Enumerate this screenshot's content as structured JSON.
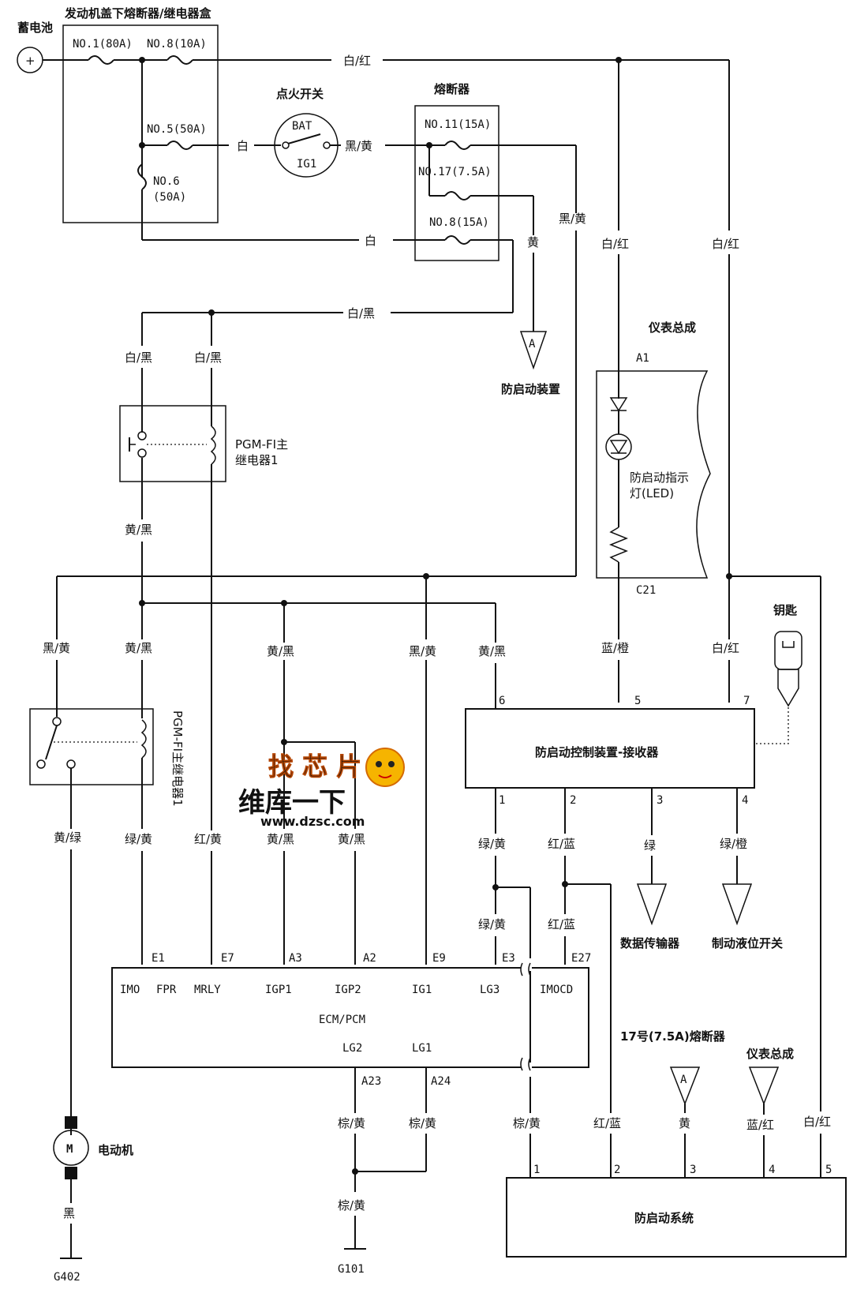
{
  "labels": {
    "battery": "蓄电池",
    "fuse_relay_box": "发动机盖下熔断器/继电器盒",
    "fuse1": "NO.1(80A)",
    "fuse8": "NO.8(10A)",
    "fuse5": "NO.5(50A)",
    "fuse6a": "NO.6",
    "fuse6b": "(50A)",
    "ign_switch": "点火开关",
    "bat": "BAT",
    "ig1": "IG1",
    "fuse_box": "熔断器",
    "fuse11": "NO.11(15A)",
    "fuse17": "NO.17(7.5A)",
    "fuse8b": "NO.8(15A)",
    "immobilizer_device": "防启动装置",
    "gauge_assembly": "仪表总成",
    "a1": "A1",
    "c21": "C21",
    "led_a": "防启动指示",
    "led_b": "灯(LED)",
    "pgm_relay1_a": "PGM-FI主",
    "pgm_relay1_b": "继电器1",
    "pgm_relay2": "PGM-FI主继电器1",
    "key": "钥匙",
    "receiver": "防启动控制装置-接收器",
    "data_transmitter": "数据传输器",
    "brake_switch": "制动液位开关",
    "ecm": "ECM/PCM",
    "fuse17_label": "17号(7.5A)熔断器",
    "gauge_assembly2": "仪表总成",
    "motor_label": "电动机",
    "motor_m": "M",
    "immob_system": "防启动系统",
    "g402": "G402",
    "g101": "G101",
    "a_sym": "A",
    "watermark_top": "找 芯 片",
    "watermark_mid": "维库一下",
    "watermark_url": "www.dzsc.com"
  },
  "wires": {
    "white_red": "白/红",
    "white": "白",
    "black_yellow": "黑/黄",
    "yellow": "黄",
    "white_black": "白/黑",
    "yellow_black": "黄/黑",
    "blue_orange": "蓝/橙",
    "yellow_green": "黄/绿",
    "green_yellow": "绿/黄",
    "red_yellow": "红/黄",
    "red_blue": "红/蓝",
    "green": "绿",
    "green_orange": "绿/橙",
    "brown_yellow": "棕/黄",
    "blue_red": "蓝/红",
    "black": "黑"
  },
  "receiver_pins": {
    "p6": "6",
    "p5": "5",
    "p7": "7",
    "p1": "1",
    "p2": "2",
    "p3": "3",
    "p4": "4"
  },
  "ecm_pins": {
    "e1": "E1",
    "e7": "E7",
    "a3": "A3",
    "a2": "A2",
    "e9": "E9",
    "e3": "E3",
    "e27": "E27",
    "a23": "A23",
    "a24": "A24",
    "imo": "IMO",
    "fpr": "FPR",
    "mrly": "MRLY",
    "igp1": "IGP1",
    "igp2": "IGP2",
    "ig1": "IG1",
    "lg3": "LG3",
    "imocd": "IMOCD",
    "lg2": "LG2",
    "lg1": "LG1"
  },
  "system_pins": {
    "p1": "1",
    "p2": "2",
    "p3": "3",
    "p4": "4",
    "p5": "5"
  }
}
